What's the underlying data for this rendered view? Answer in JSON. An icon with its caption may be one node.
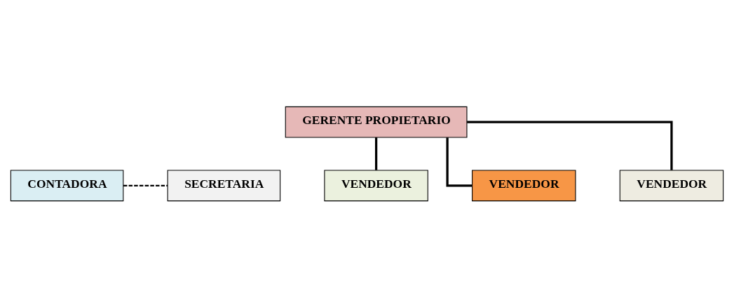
{
  "diagram": {
    "nodes": [
      {
        "text": [
          "GERENTE PROPIETARIO"
        ]
      },
      {
        "text": [
          "CONTADORA"
        ]
      },
      {
        "text": [
          "SECRETARIA"
        ]
      },
      {
        "text": [
          "VENDEDOR"
        ]
      },
      {
        "text": [
          "VENDEDOR"
        ]
      },
      {
        "text": [
          "VENDEDOR"
        ]
      }
    ],
    "edges": [
      {
        "from": 1,
        "to": 2,
        "arrow": "none",
        "style": "dashed"
      },
      {
        "from": 0,
        "to": 3,
        "arrow": "none"
      },
      {
        "from": 0,
        "to": 4,
        "arrow": "none"
      },
      {
        "from": 0,
        "to": 5,
        "arrow": "none"
      }
    ]
  }
}
